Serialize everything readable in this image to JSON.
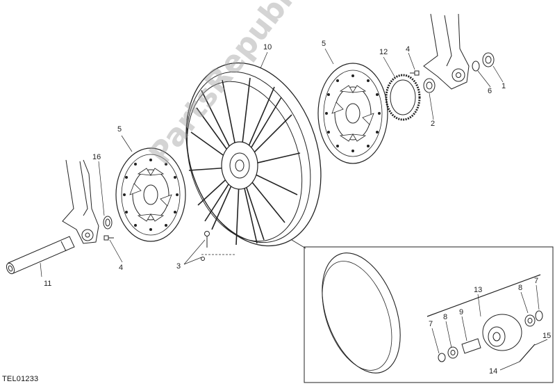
{
  "diagram": {
    "code": "TEL01233",
    "watermark": "PartsRepublik",
    "callouts": {
      "axle": "11",
      "disc_left": "5",
      "disc_right": "5",
      "bolt_left": "4",
      "bolt_right": "4",
      "spacer_16": "16",
      "valve": "3",
      "wheel": "10",
      "tone_ring": "12",
      "spacer_2": "2",
      "spacer_1": "1",
      "seal_6": "6",
      "seal_7a": "7",
      "seal_7b": "7",
      "bearing_8a": "8",
      "bearing_8b": "8",
      "inner_spacer_9": "9",
      "hub_13": "13",
      "spoke_14": "14",
      "nipple_15": "15"
    }
  }
}
